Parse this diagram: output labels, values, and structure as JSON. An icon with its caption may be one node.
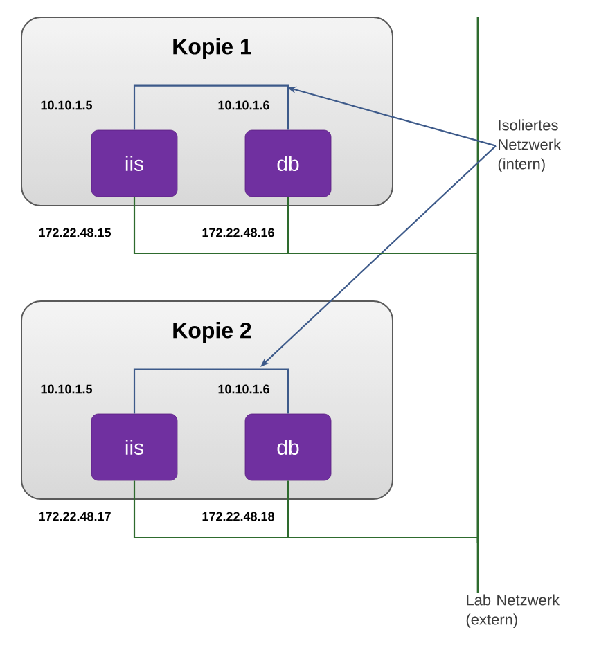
{
  "diagram": {
    "nodes": [
      {
        "text": [
          "Kopie 1"
        ]
      },
      {
        "text": [
          "iis"
        ],
        "in": 0,
        "beside": [
          "10.10.1.5",
          "172.22.48.15"
        ]
      },
      {
        "text": [
          "db"
        ],
        "in": 0,
        "beside": [
          "10.10.1.6",
          "172.22.48.16"
        ]
      },
      {
        "text": [
          "Kopie 2"
        ]
      },
      {
        "text": [
          "iis"
        ],
        "in": 3,
        "beside": [
          "10.10.1.5",
          "172.22.48.17"
        ]
      },
      {
        "text": [
          "db"
        ],
        "in": 3,
        "beside": [
          "10.10.1.6",
          "172.22.48.18"
        ]
      },
      {
        "text": [
          "Isoliertes Netzwerk (intern)"
        ]
      },
      {
        "text": [
          "Lab Netzwerk (extern)"
        ]
      }
    ],
    "edges": [
      {
        "from": 1,
        "to": 2,
        "arrow": "none",
        "color": "#3d5a8a"
      },
      {
        "from": 4,
        "to": 5,
        "arrow": "none",
        "color": "#3d5a8a"
      },
      {
        "from": 6,
        "to": null,
        "arrow": "to",
        "color": "#3d5a8a"
      },
      {
        "from": 6,
        "to": null,
        "arrow": "to",
        "color": "#3d5a8a"
      },
      {
        "from": 1,
        "to": 7,
        "arrow": "none",
        "color": "#2e6b2e"
      },
      {
        "from": 2,
        "to": 7,
        "arrow": "none",
        "color": "#2e6b2e"
      },
      {
        "from": 4,
        "to": 7,
        "arrow": "none",
        "color": "#2e6b2e"
      },
      {
        "from": 5,
        "to": 7,
        "arrow": "none",
        "color": "#2e6b2e"
      }
    ]
  }
}
